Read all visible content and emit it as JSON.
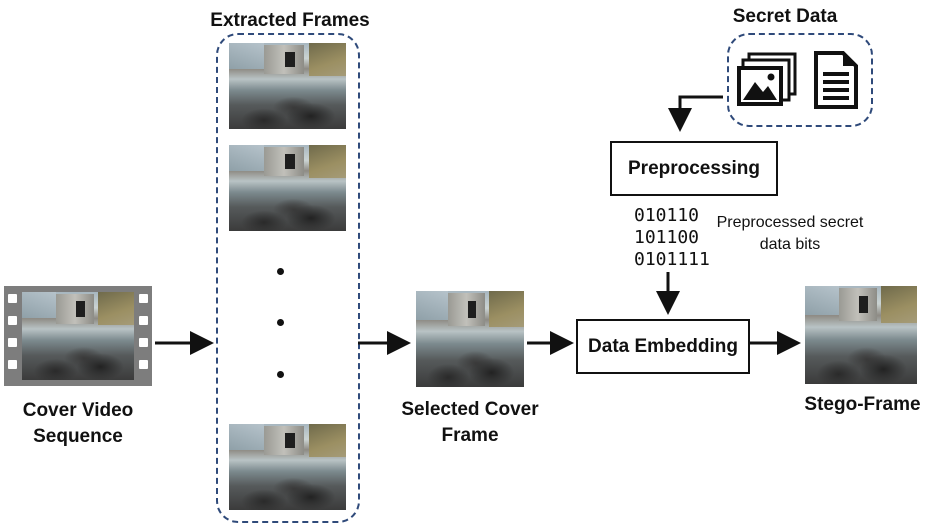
{
  "labels": {
    "extracted_frames": "Extracted Frames",
    "secret_data": "Secret Data",
    "cover_video_line1": "Cover Video",
    "cover_video_line2": "Sequence",
    "selected_cover_line1": "Selected Cover",
    "selected_cover_line2": "Frame",
    "stego_frame": "Stego-Frame",
    "preprocessed_line1": "Preprocessed secret",
    "preprocessed_line2": "data bits"
  },
  "boxes": {
    "preprocessing": "Preprocessing",
    "data_embedding": "Data Embedding"
  },
  "bits": [
    "010110",
    "101100",
    "0101111"
  ],
  "icons": [
    "image-icon",
    "document-icon",
    "film-strip-icon"
  ],
  "colors": {
    "dashed_border": "#2f4a7a",
    "arrow": "#111111"
  }
}
